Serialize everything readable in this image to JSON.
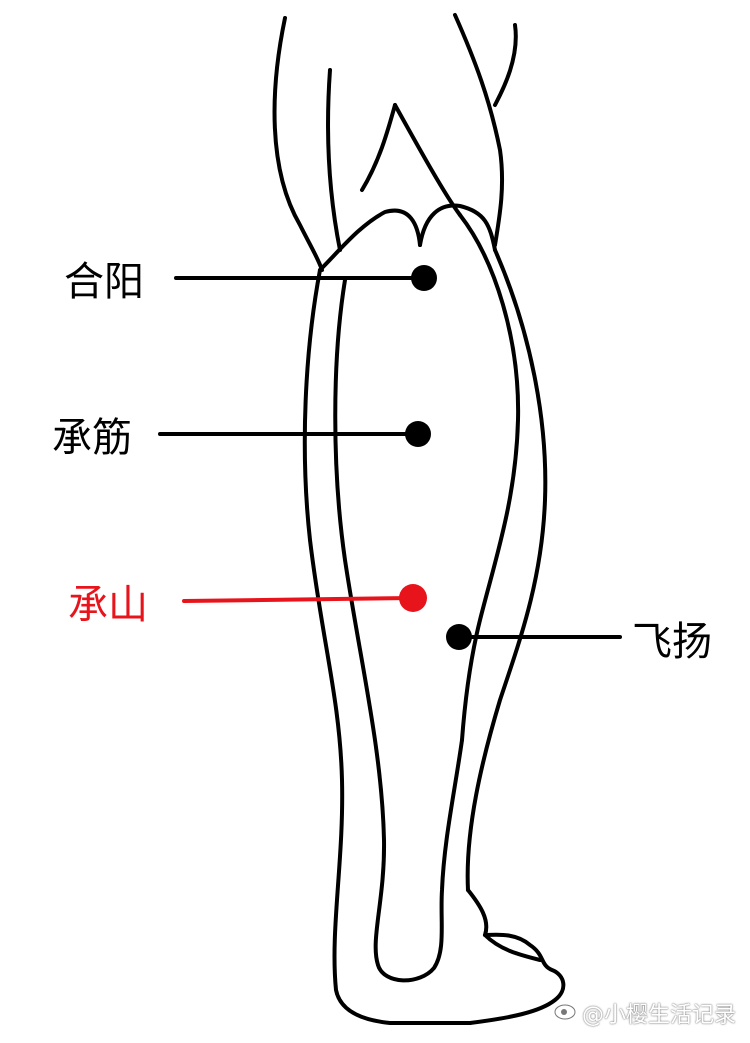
{
  "points": {
    "heyang": {
      "label": "合阳",
      "color": "#000000"
    },
    "chengjin": {
      "label": "承筋",
      "color": "#000000"
    },
    "chengshan": {
      "label": "承山",
      "color": "#e8141c"
    },
    "feiyang": {
      "label": "飞扬",
      "color": "#000000"
    }
  },
  "watermark": {
    "icon": "weibo-icon",
    "text": "@小樱生活记录"
  }
}
